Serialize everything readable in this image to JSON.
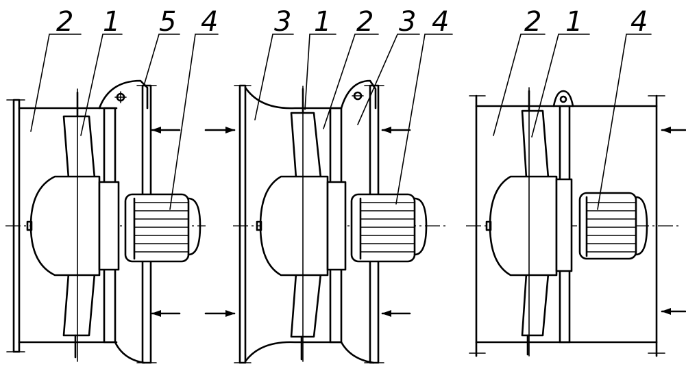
{
  "figure": {
    "views": [
      {
        "id": "view-a",
        "labels": [
          "2",
          "1",
          "5",
          "4"
        ]
      },
      {
        "id": "view-b",
        "labels": [
          "3",
          "1",
          "2",
          "3",
          "4"
        ]
      },
      {
        "id": "view-c",
        "labels": [
          "2",
          "1",
          "4"
        ]
      }
    ]
  }
}
